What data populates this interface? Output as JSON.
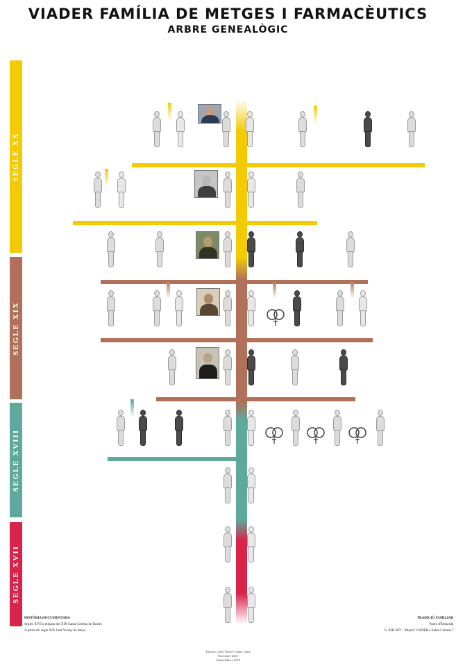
{
  "header": {
    "title": "VIADER FAMÍLIA DE METGES I FARMACÈUTICS",
    "subtitle": "ARBRE GENEALÒGIC"
  },
  "eras": [
    {
      "label": "SEGLE XX",
      "color": "#f2cb05"
    },
    {
      "label": "SEGLE XIX",
      "color": "#b0705a"
    },
    {
      "label": "SEGLE XVIII",
      "color": "#5fa89c"
    },
    {
      "label": "SEGLE XVII",
      "color": "#d9234a"
    }
  ],
  "portraits": [
    {
      "name": "portrait-1",
      "bg": "#9aa6b6",
      "face": "#c99a7c",
      "cloth": "#2d3a55"
    },
    {
      "name": "portrait-2",
      "bg": "#c5c5c5",
      "face": "#b9b9b9",
      "cloth": "#3f3f3f"
    },
    {
      "name": "portrait-3",
      "bg": "#7e8a66",
      "face": "#b79a6e",
      "cloth": "#2e3322"
    },
    {
      "name": "portrait-4",
      "bg": "#d9cdb8",
      "face": "#a88e6c",
      "cloth": "#5a4634"
    },
    {
      "name": "portrait-5",
      "bg": "#c9c3b6",
      "face": "#b7a58c",
      "cloth": "#1e1e1e"
    }
  ],
  "notes": {
    "left_title": "HISTÒRIA DOCUMENTADA",
    "left_line1": "Segles XVII a mitjans del XIX Santa Coloma de Farnés",
    "left_line2": "A partir del segle XIX Sant Vicenç de Moya",
    "right_title": "TRADICIÓ FAMILIAR",
    "right_line1": "Pareu d'Empordà",
    "right_line2": "S. XIII-XIV - Miquel VIADER a Santa Coloma f"
  },
  "credits": {
    "line1": "Disseny (c)(S) Marcel Viader Geliz",
    "line2": "Novembre 2018",
    "line3": "Viader/Marca 2018"
  }
}
